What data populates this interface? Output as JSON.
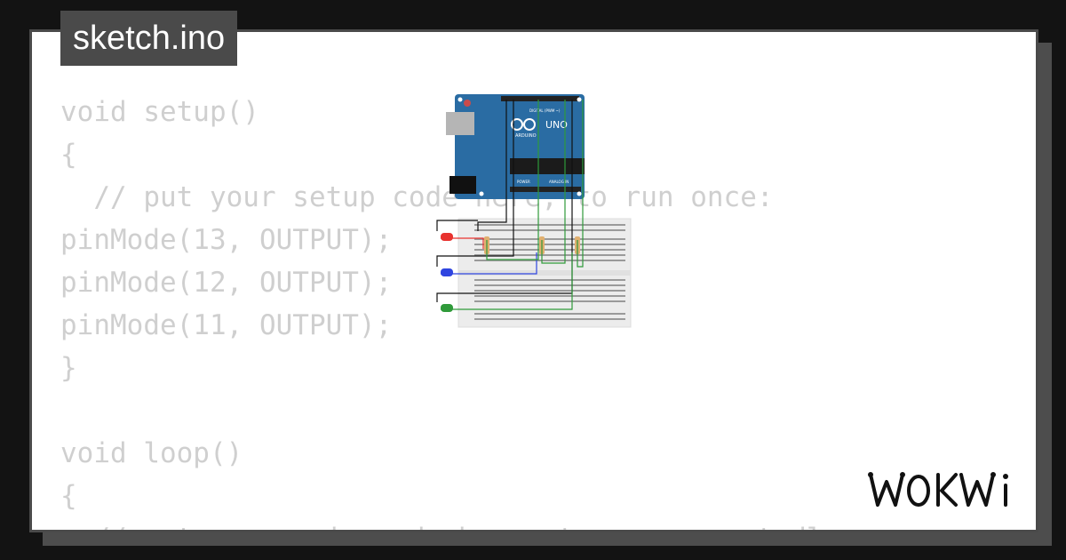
{
  "file": {
    "name": "sketch.ino"
  },
  "code_lines": [
    "void setup()",
    "{",
    "  // put your setup code here, to run once:",
    "pinMode(13, OUTPUT);",
    "pinMode(12, OUTPUT);",
    "pinMode(11, OUTPUT);",
    "}",
    "",
    "void loop()",
    "{",
    "  // put your main code here, to run repeatedly:"
  ],
  "board": {
    "name": "UNO",
    "brand": "ARDUINO",
    "header_label": "DIGITAL (PWM ~)",
    "power_label": "POWER",
    "analog_label": "ANALOG IN"
  },
  "leds": [
    {
      "color": "#e8322f"
    },
    {
      "color": "#2f45e0"
    },
    {
      "color": "#2f9a3a"
    }
  ],
  "logo": {
    "text": "WOKWi"
  },
  "colors": {
    "background": "#131313",
    "card": "#ffffff",
    "title_tab": "#4a4a4a",
    "code_text": "#cfcfcf",
    "board": "#2a6ca3"
  }
}
